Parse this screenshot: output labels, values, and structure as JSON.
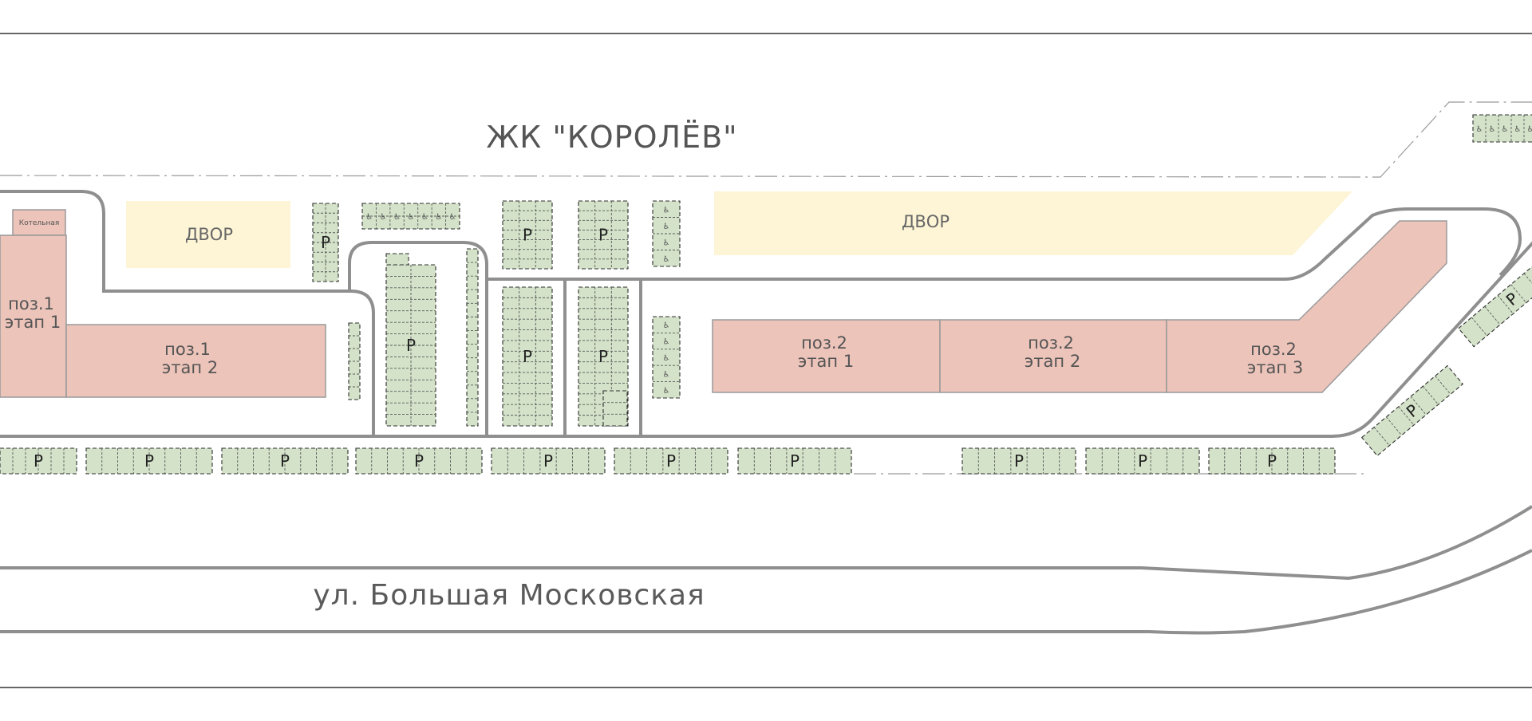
{
  "title": "ЖК \"КОРОЛЁВ\"",
  "street": "ул. Большая Московская",
  "yards": [
    {
      "id": "yard-west",
      "label": "ДВОР"
    },
    {
      "id": "yard-east",
      "label": "ДВОР"
    }
  ],
  "buildings": [
    {
      "id": "boiler",
      "lines": [
        "Котельная"
      ]
    },
    {
      "id": "pos1-stage1",
      "lines": [
        "поз.1",
        "этап 1"
      ]
    },
    {
      "id": "pos1-stage2",
      "lines": [
        "поз.1",
        "этап 2"
      ]
    },
    {
      "id": "pos2-stage1",
      "lines": [
        "поз.2",
        "этап 1"
      ]
    },
    {
      "id": "pos2-stage2",
      "lines": [
        "поз.2",
        "этап 2"
      ]
    },
    {
      "id": "pos2-stage3",
      "lines": [
        "поз.2",
        "этап 3"
      ]
    }
  ],
  "parking_symbol": "P",
  "accessible_symbol": "♿",
  "colors": {
    "building": "#ecc4ba",
    "yard": "#fdf5d6",
    "parking": "#d3e2c8",
    "road": "#8f8f8f"
  }
}
